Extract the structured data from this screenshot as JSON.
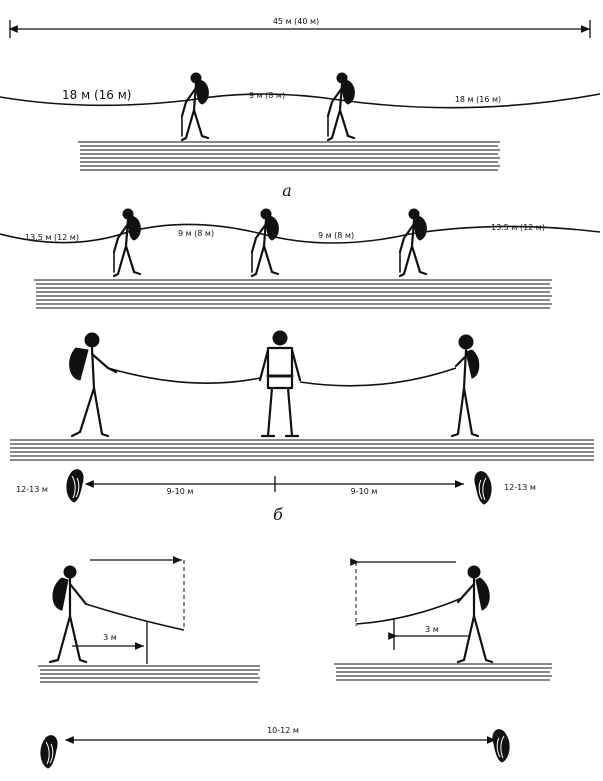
{
  "top_total": "45 м (40 м)",
  "scheme_a": {
    "left_length": "18 м (16 м)",
    "middle_length": "9 м (8 м)",
    "right_length": "18 м (16 м)",
    "caption": "а"
  },
  "scheme_a2": {
    "left_length": "13.5 м (12 м)",
    "middle1_length": "9 м (8 м)",
    "middle2_length": "9 м (8 м)",
    "right_length": "13.5 м (12 м)"
  },
  "scheme_b": {
    "left_coil": "12-13 м",
    "left_span": "9-10 м",
    "right_span": "9-10 м",
    "right_coil": "12-13 м",
    "caption": "б"
  },
  "scheme_c": {
    "left_offset": "3 м",
    "right_offset": "3 м",
    "bottom_span": "10-12 м"
  }
}
